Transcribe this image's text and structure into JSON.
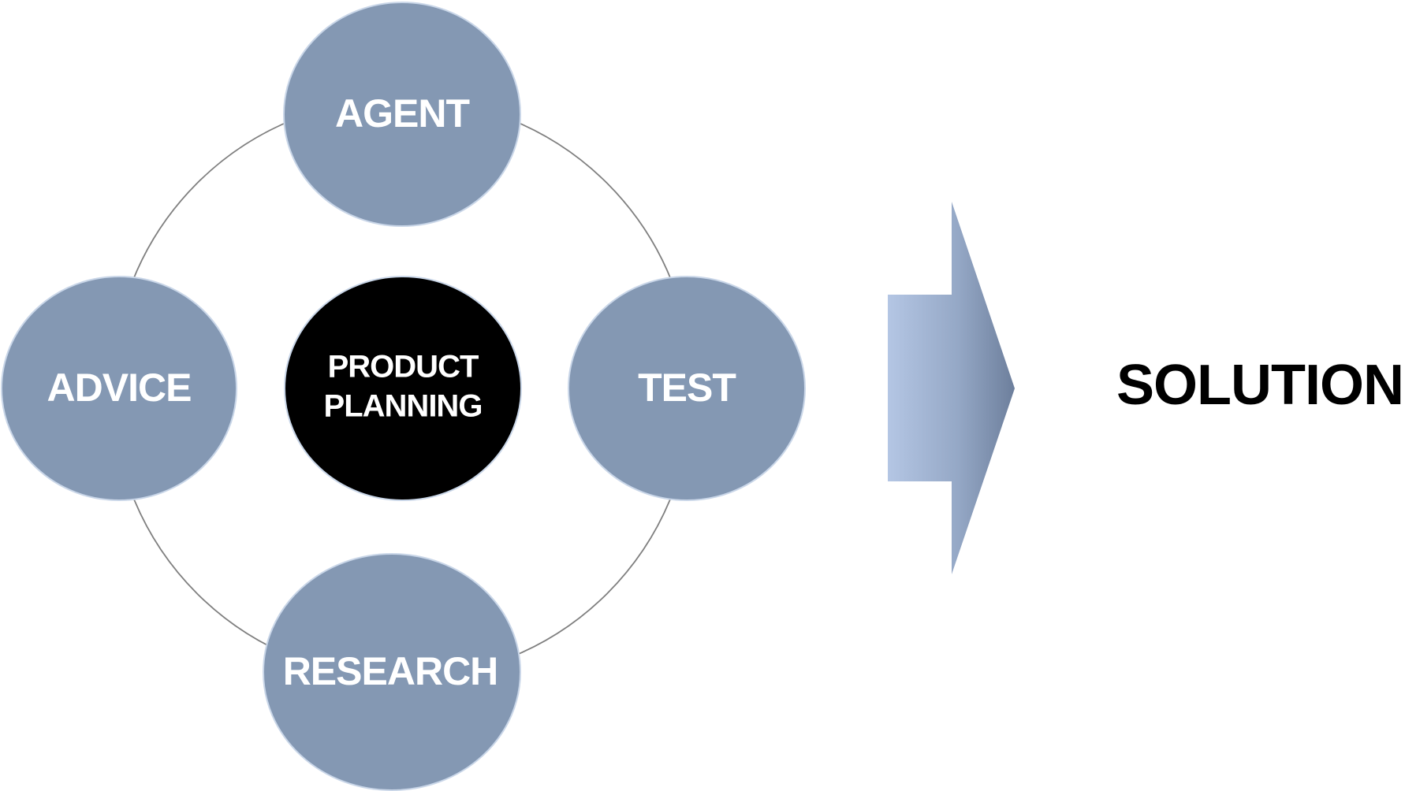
{
  "nodes": {
    "agent": "AGENT",
    "advice": "ADVICE",
    "test": "TEST",
    "research": "RESEARCH",
    "center_line1": "PRODUCT",
    "center_line2": "PLANNING"
  },
  "outcome": "SOLUTION",
  "colors": {
    "node_fill": "#8498b3",
    "node_border": "#c9d6e8",
    "center_fill": "#000000",
    "ring_stroke": "#7f7f7f",
    "arrow_light": "#b4c6e4",
    "arrow_dark": "#6d7f9c",
    "outcome_text": "#000000"
  }
}
